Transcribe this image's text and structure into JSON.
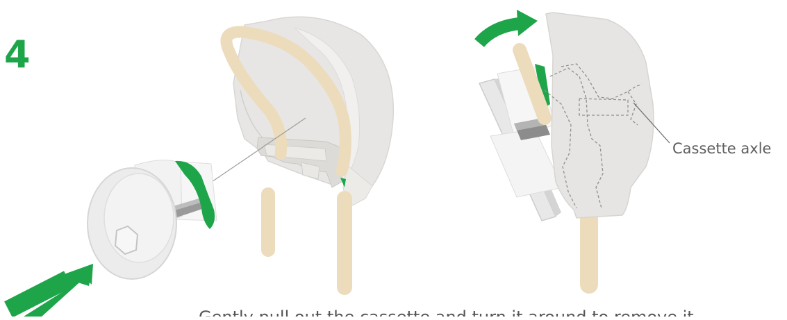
{
  "step": {
    "number": "4"
  },
  "callout": {
    "label": "Cassette axle"
  },
  "caption": {
    "text": "Gently pull out the cassette and turn it around to remove it"
  },
  "colors": {
    "accent_green": "#1ea54a",
    "housing_grey": "#e6e5e3",
    "wire_beige": "#ecdcbc",
    "axle_grey": "#9a9a9a"
  },
  "icons": [
    "insert-arrow-icon",
    "rotate-arrow-icon"
  ]
}
